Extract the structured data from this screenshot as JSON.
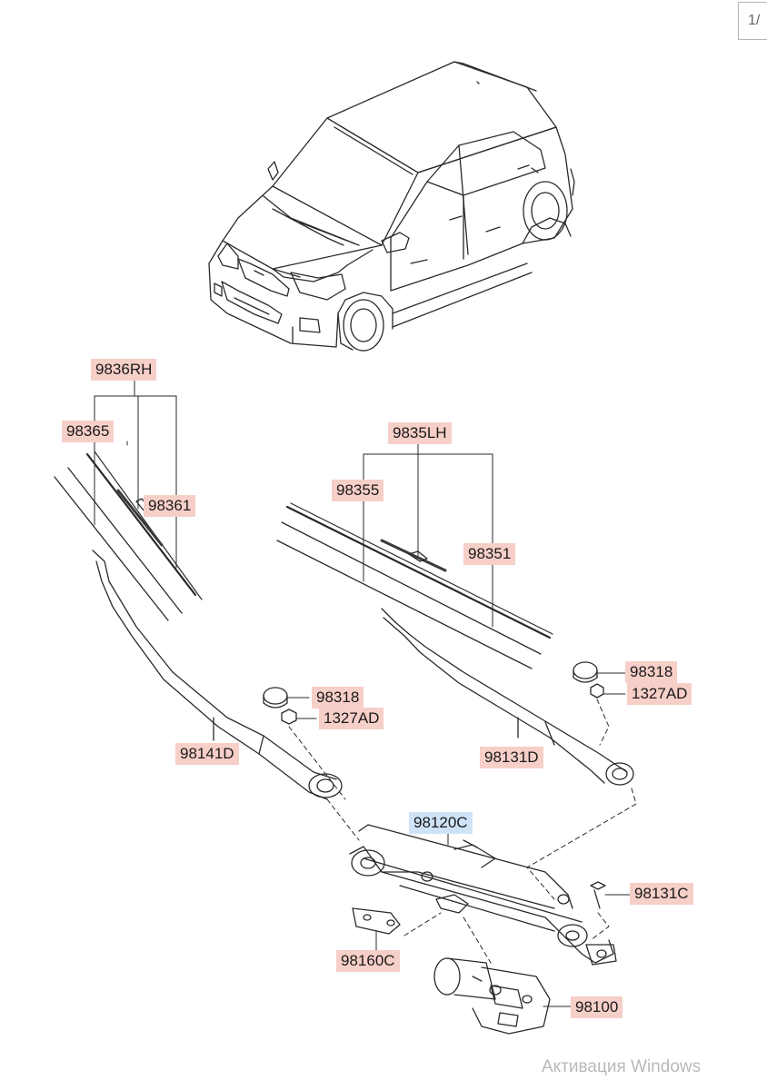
{
  "page_indicator": "1/",
  "watermark": "Активация Windows",
  "labels": [
    {
      "id": "98836rh",
      "text": "9836RH",
      "selected": false
    },
    {
      "id": "98365",
      "text": "98365",
      "selected": false
    },
    {
      "id": "98361",
      "text": "98361",
      "selected": false
    },
    {
      "id": "9835lh",
      "text": "9835LH",
      "selected": false
    },
    {
      "id": "98355",
      "text": "98355",
      "selected": false
    },
    {
      "id": "98351",
      "text": "98351",
      "selected": false
    },
    {
      "id": "98318a",
      "text": "98318",
      "selected": false
    },
    {
      "id": "1327ada",
      "text": "1327AD",
      "selected": false
    },
    {
      "id": "98318b",
      "text": "98318",
      "selected": false
    },
    {
      "id": "1327adb",
      "text": "1327AD",
      "selected": false
    },
    {
      "id": "98141d",
      "text": "98141D",
      "selected": false
    },
    {
      "id": "98131d",
      "text": "98131D",
      "selected": false
    },
    {
      "id": "98120c",
      "text": "98120C",
      "selected": true
    },
    {
      "id": "98131c",
      "text": "98131C",
      "selected": false
    },
    {
      "id": "98160c",
      "text": "98160C",
      "selected": false
    },
    {
      "id": "98100",
      "text": "98100",
      "selected": false
    }
  ]
}
